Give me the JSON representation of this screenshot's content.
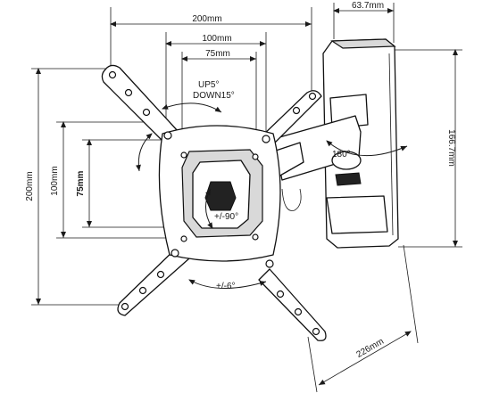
{
  "dimensions": {
    "width_outer": "200mm",
    "width_mid": "100mm",
    "width_inner": "75mm",
    "depth_top": "63.7mm",
    "height_outer": "200mm",
    "height_mid": "100mm",
    "height_inner": "75mm",
    "bracket_height": "166.7mm",
    "extension": "226mm"
  },
  "angles": {
    "tilt_up": "UP5°",
    "tilt_down": "DOWN15°",
    "swivel": "180°",
    "rotation": "+/-90°",
    "level": "+/-6°"
  }
}
